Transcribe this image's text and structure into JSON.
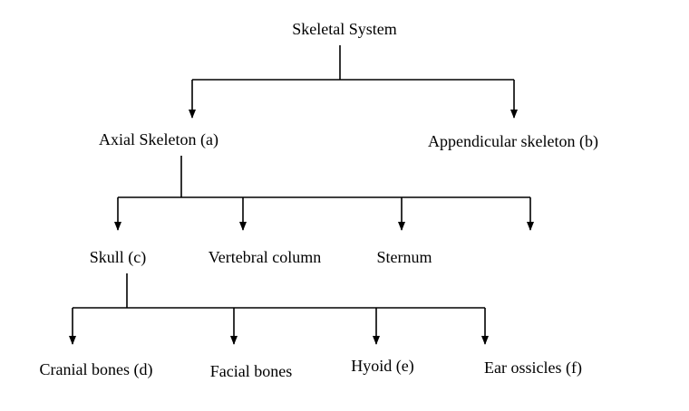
{
  "diagram": {
    "type": "tree",
    "title": "Skeletal System",
    "nodes": {
      "root": "Skeletal System",
      "axial": "Axial Skeleton (a)",
      "appendicular": "Appendicular skeleton (b)",
      "skull": "Skull (c)",
      "vertebral": "Vertebral column",
      "sternum": "Sternum",
      "cranial": "Cranial bones (d)",
      "facial": "Facial bones",
      "hyoid": "Hyoid (e)",
      "ear": "Ear ossicles (f)"
    },
    "edges": [
      [
        "Skeletal System",
        "Axial Skeleton (a)"
      ],
      [
        "Skeletal System",
        "Appendicular skeleton (b)"
      ],
      [
        "Axial Skeleton (a)",
        "Skull (c)"
      ],
      [
        "Axial Skeleton (a)",
        "Vertebral column"
      ],
      [
        "Axial Skeleton (a)",
        "Sternum"
      ],
      [
        "Axial Skeleton (a)",
        ""
      ],
      [
        "Skull (c)",
        "Cranial bones (d)"
      ],
      [
        "Skull (c)",
        "Facial bones"
      ],
      [
        "Skull (c)",
        "Hyoid (e)"
      ],
      [
        "Skull (c)",
        "Ear ossicles (f)"
      ]
    ],
    "colors": {
      "line": "#000000",
      "text": "#000000",
      "background": "#ffffff"
    }
  }
}
